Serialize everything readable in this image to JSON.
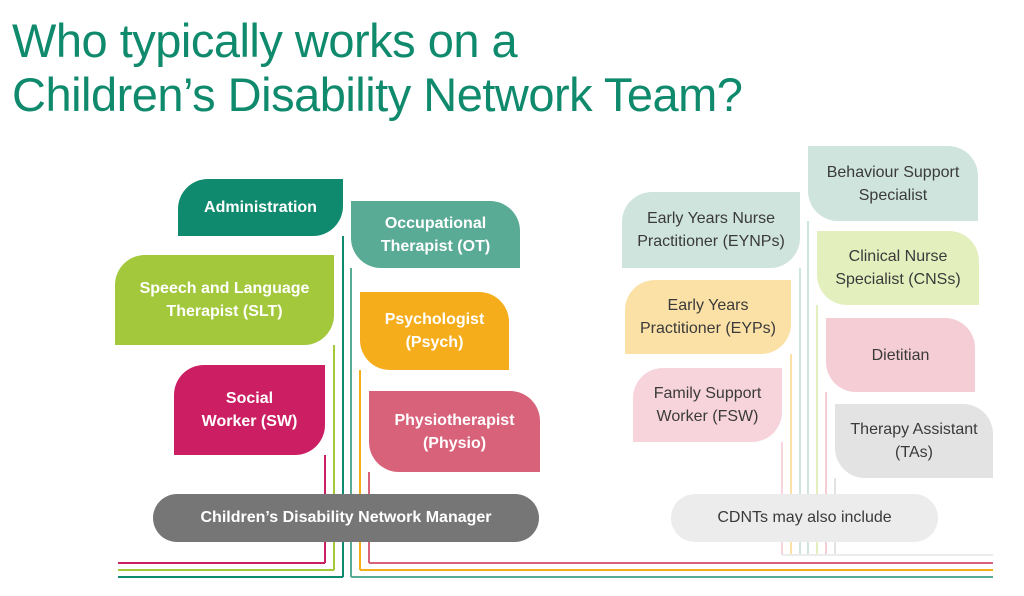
{
  "title": {
    "line1": "Who typically works on a",
    "line2": "Children’s Disability Network Team?"
  },
  "core_team": {
    "administration": "Administration",
    "slt": "Speech and Language Therapist (SLT)",
    "social_worker": "Social Worker (SW)",
    "occupational_therapist": "Occupational Therapist (OT)",
    "psychologist": "Psychologist (Psych)",
    "physiotherapist": "Physiotherapist (Physio)",
    "manager": "Children’s Disability Network Manager"
  },
  "also_include": {
    "eynp": "Early Years Nurse Practitioner (EYNPs)",
    "eyp": "Early Years Practitioner (EYPs)",
    "fsw": "Family Support Worker (FSW)",
    "behaviour": "Behaviour Support Specialist",
    "cns": "Clinical Nurse Specialist (CNSs)",
    "dietitian": "Dietitian",
    "therapy_assistant": "Therapy Assistant (TAs)",
    "label": "CDNTs may also include"
  },
  "colors": {
    "title": "#0f8a6c",
    "administration": "#108a6e",
    "slt": "#a3c83c",
    "social_worker": "#cc1f63",
    "occupational_therapist": "#5aab96",
    "psychologist": "#f6ad1c",
    "physiotherapist": "#d9627b",
    "manager_pill": "#767676",
    "eynp": "#cfe4dd",
    "eyp": "#fbe1a6",
    "fsw": "#f7d4dc",
    "behaviour": "#cfe4dd",
    "cns": "#e4efbe",
    "dietitian": "#f4cdd5",
    "therapy_assistant": "#e3e3e3",
    "also_pill": "#ececec"
  }
}
